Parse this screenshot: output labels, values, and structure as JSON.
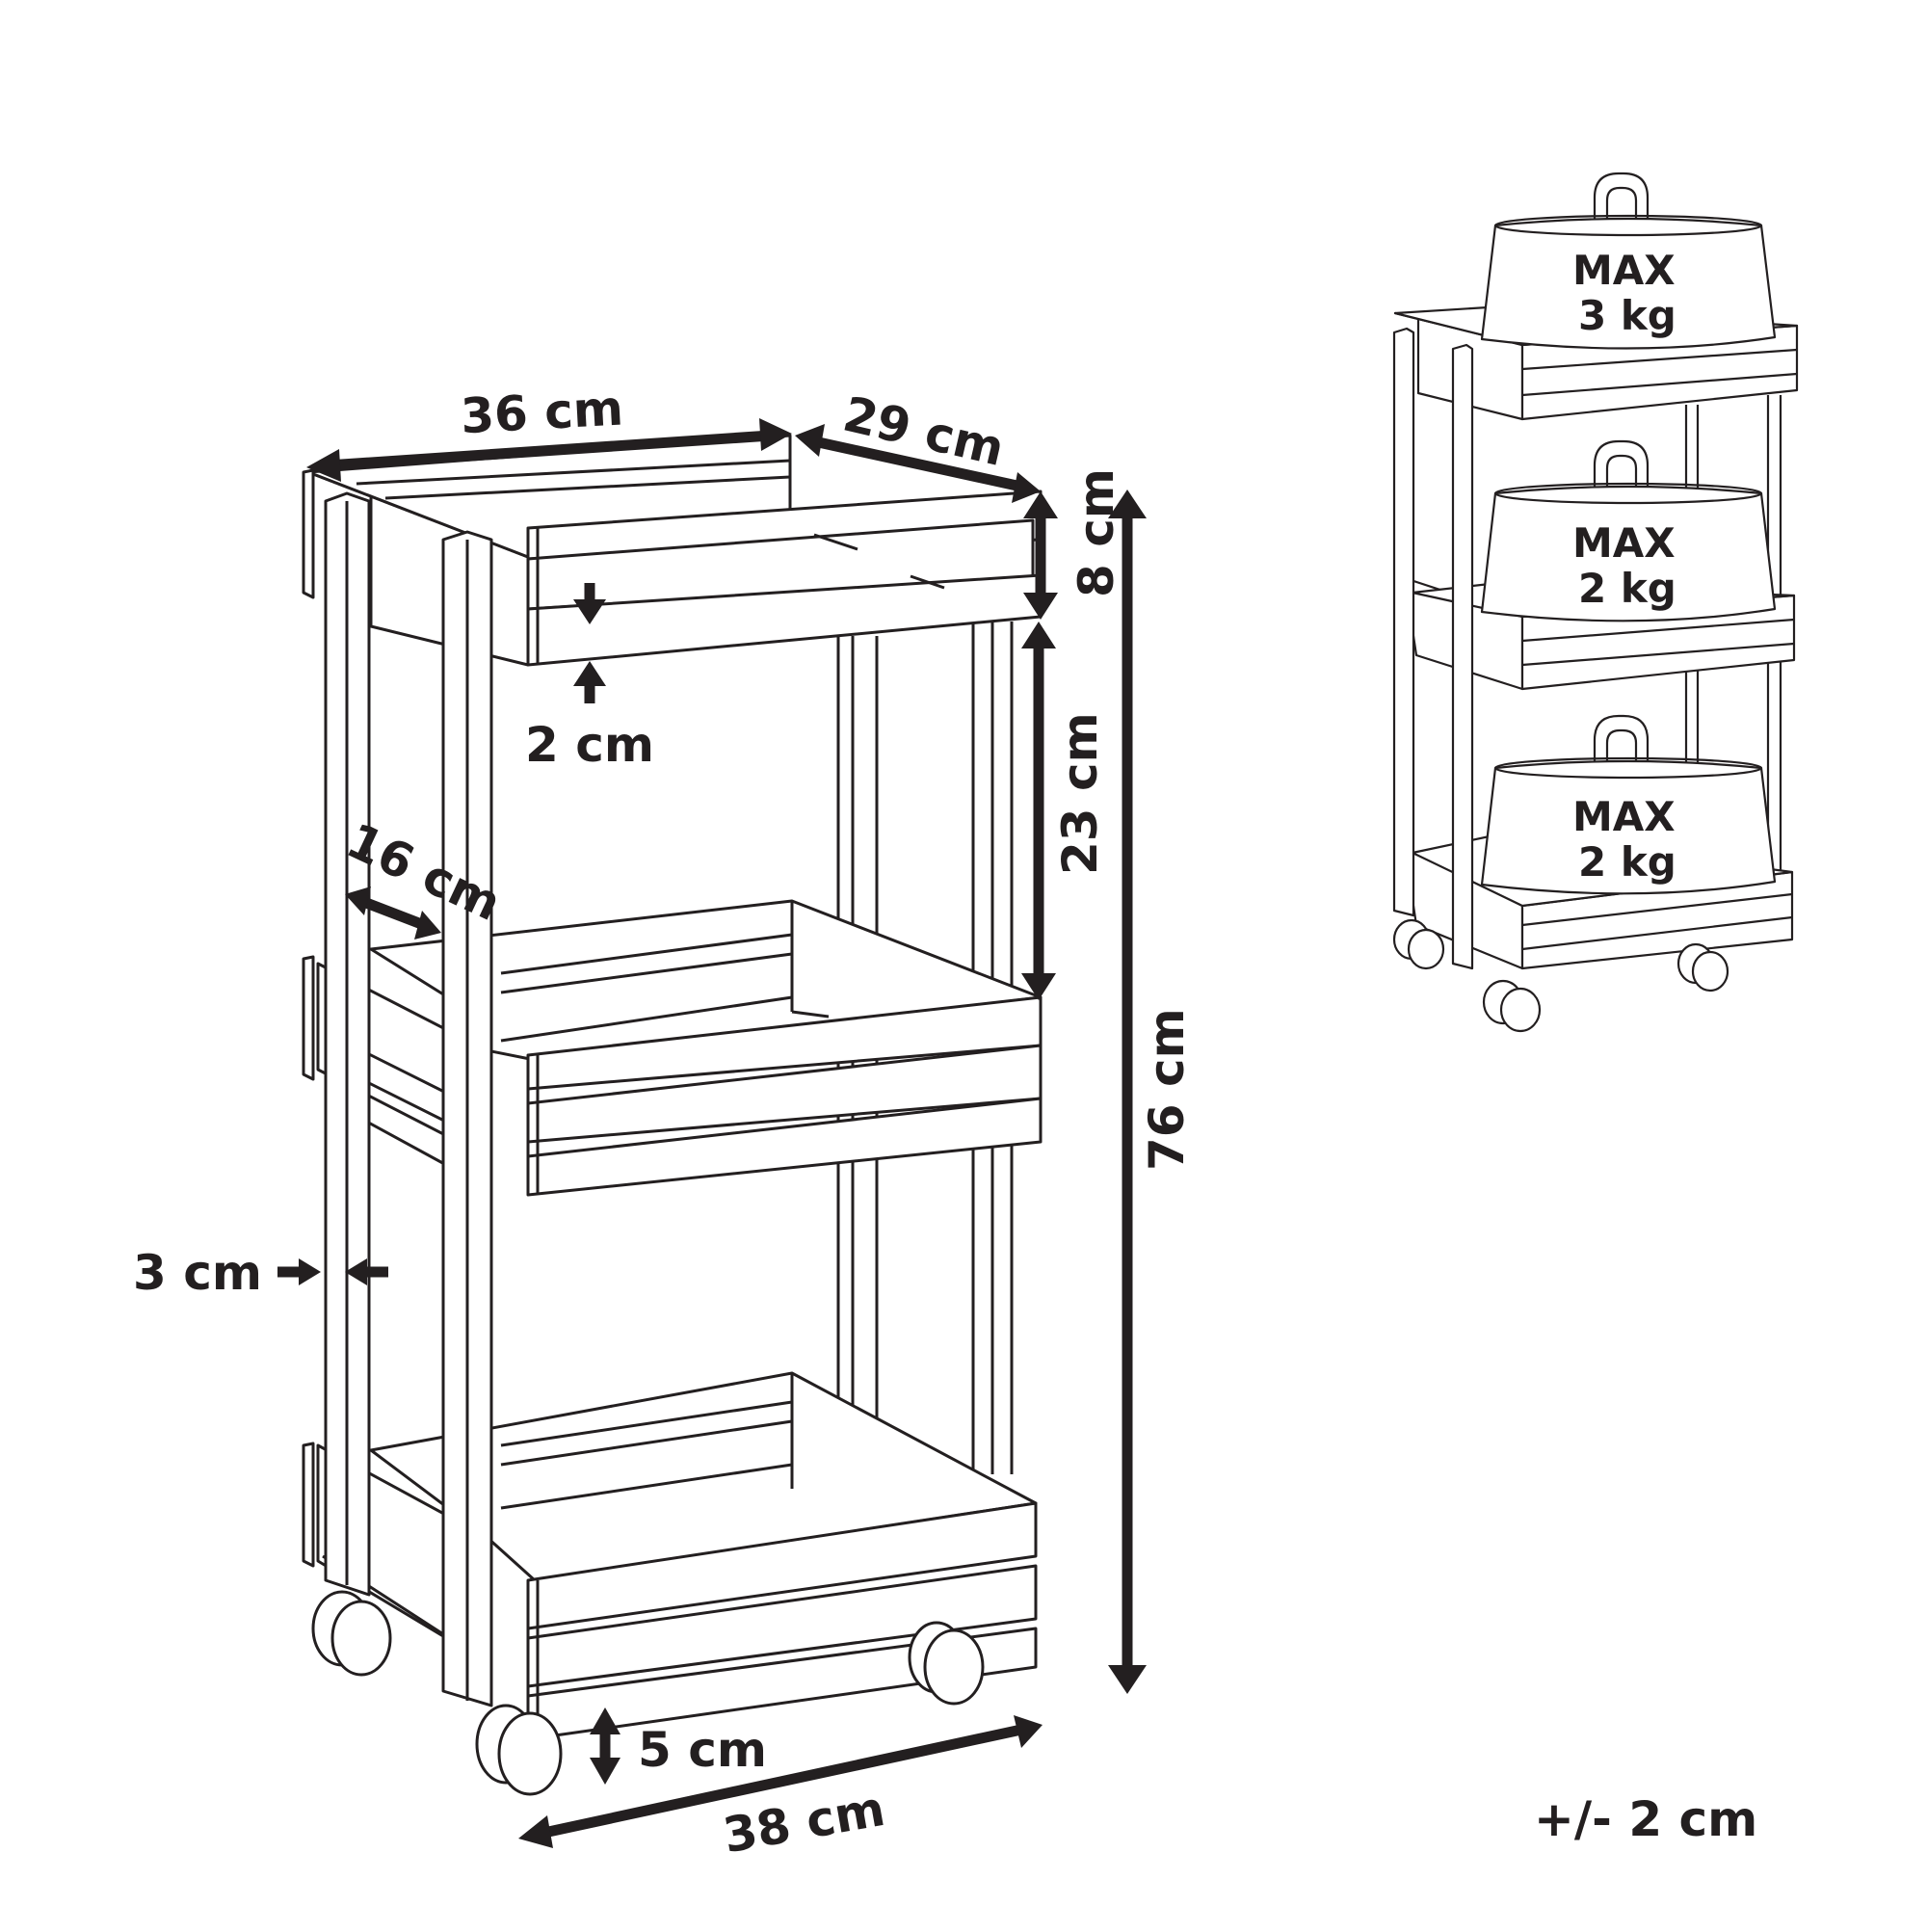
{
  "diagram": {
    "subject": "three-tier wooden rolling cart dimensions",
    "colors": {
      "ink": "#231f20",
      "background": "#ffffff"
    },
    "main_view": {
      "dimensions": {
        "top_width": "36 cm",
        "top_depth": "29 cm",
        "basket_height": "8 cm",
        "slat_gap": "2 cm",
        "shelf_spacing": "23 cm",
        "leg_spacing": "16 cm",
        "leg_thickness": "3 cm",
        "total_height": "76 cm",
        "wheel_clearance": "5 cm",
        "base_width": "38 cm"
      }
    },
    "load_view": {
      "weights": [
        {
          "line1": "MAX",
          "line2": "3 kg",
          "tier": "top"
        },
        {
          "line1": "MAX",
          "line2": "2 kg",
          "tier": "middle"
        },
        {
          "line1": "MAX",
          "line2": "2 kg",
          "tier": "bottom"
        }
      ]
    },
    "tolerance": "+/- 2 cm"
  }
}
